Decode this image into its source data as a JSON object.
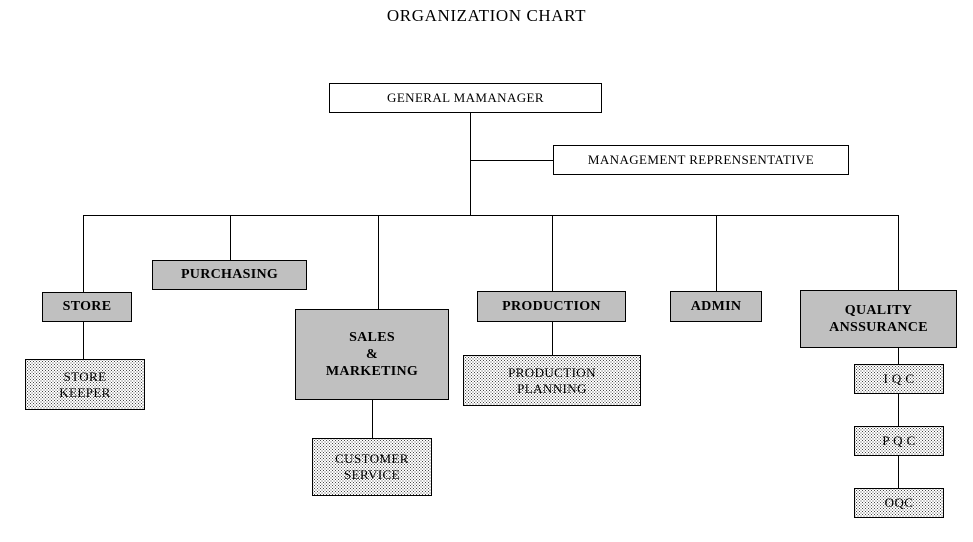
{
  "chart": {
    "title": "ORGANIZATION CHART",
    "type": "org-chart",
    "background_color": "#ffffff",
    "line_color": "#000000",
    "fills": {
      "plain": "#ffffff",
      "solid": "#c0c0c0",
      "dotted": "#ffffff"
    },
    "nodes": {
      "general_manager": {
        "label": "GENERAL MAMANAGER",
        "level": "top",
        "style": "plain"
      },
      "management_representative": {
        "label": "MANAGEMENT REPRENSENTATIVE",
        "level": "staff",
        "style": "plain"
      },
      "store": {
        "label": "STORE",
        "level": "department",
        "style": "solid"
      },
      "purchasing": {
        "label": "PURCHASING",
        "level": "department",
        "style": "solid"
      },
      "sales_marketing": {
        "line1": "SALES",
        "line2": "&",
        "line3": "MARKETING",
        "level": "department",
        "style": "solid"
      },
      "production": {
        "label": "PRODUCTION",
        "level": "department",
        "style": "solid"
      },
      "admin": {
        "label": "ADMIN",
        "level": "department",
        "style": "solid"
      },
      "quality_assurance": {
        "line1": "QUALITY",
        "line2": "ANSSURANCE",
        "level": "department",
        "style": "solid"
      },
      "store_keeper": {
        "line1": "STORE",
        "line2": "KEEPER",
        "level": "sub",
        "style": "dotted"
      },
      "customer_service": {
        "line1": "CUSTOMER",
        "line2": "SERVICE",
        "level": "sub",
        "style": "dotted"
      },
      "production_planning": {
        "line1": "PRODUCTION",
        "line2": "PLANNING",
        "level": "sub",
        "style": "dotted"
      },
      "iqc": {
        "label": "I Q C",
        "level": "sub",
        "style": "dotted"
      },
      "pqc": {
        "label": "P Q C",
        "level": "sub",
        "style": "dotted"
      },
      "oqc": {
        "label": "OQC",
        "level": "sub",
        "style": "dotted"
      }
    },
    "hierarchy": [
      {
        "parent": "general_manager",
        "child": "management_representative"
      },
      {
        "parent": "general_manager",
        "child": "store"
      },
      {
        "parent": "general_manager",
        "child": "purchasing"
      },
      {
        "parent": "general_manager",
        "child": "sales_marketing"
      },
      {
        "parent": "general_manager",
        "child": "production"
      },
      {
        "parent": "general_manager",
        "child": "admin"
      },
      {
        "parent": "general_manager",
        "child": "quality_assurance"
      },
      {
        "parent": "store",
        "child": "store_keeper"
      },
      {
        "parent": "sales_marketing",
        "child": "customer_service"
      },
      {
        "parent": "production",
        "child": "production_planning"
      },
      {
        "parent": "quality_assurance",
        "child": "iqc"
      },
      {
        "parent": "iqc",
        "child": "pqc"
      },
      {
        "parent": "pqc",
        "child": "oqc"
      }
    ]
  }
}
